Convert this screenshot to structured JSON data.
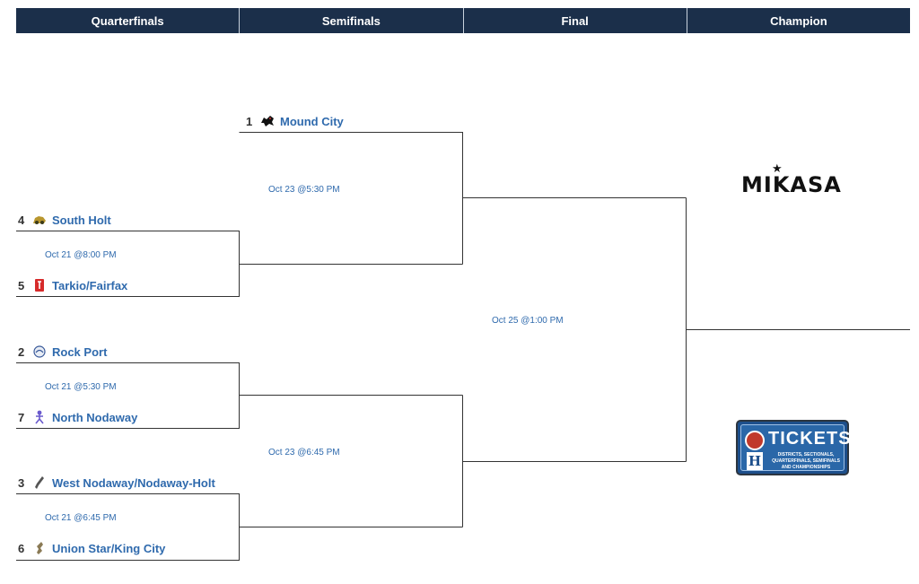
{
  "header": {
    "columns": [
      "Quarterfinals",
      "Semifinals",
      "Final",
      "Champion"
    ]
  },
  "quarterfinals": {
    "teams": [
      {
        "seed": "4",
        "name": "South Holt",
        "logo": "south-holt-logo-icon"
      },
      {
        "seed": "5",
        "name": "Tarkio/Fairfax",
        "logo": "tarkio-fairfax-logo-icon"
      },
      {
        "seed": "2",
        "name": "Rock Port",
        "logo": "rock-port-logo-icon"
      },
      {
        "seed": "7",
        "name": "North Nodaway",
        "logo": "north-nodaway-logo-icon"
      },
      {
        "seed": "3",
        "name": "West Nodaway/Nodaway-Holt",
        "logo": "west-nodaway-logo-icon"
      },
      {
        "seed": "6",
        "name": "Union Star/King City",
        "logo": "union-star-logo-icon"
      }
    ],
    "dates": [
      "Oct 21 @8:00 PM",
      "Oct 21 @5:30 PM",
      "Oct 21 @6:45 PM"
    ]
  },
  "semifinals": {
    "teams": [
      {
        "seed": "1",
        "name": "Mound City",
        "logo": "mound-city-logo-icon"
      }
    ],
    "dates": [
      "Oct 23 @5:30 PM",
      "Oct 23 @6:45 PM"
    ]
  },
  "final": {
    "date": "Oct 25 @1:00 PM"
  },
  "champion": {
    "sponsor_logo": "MIKASA",
    "tickets_title": "TICKETS",
    "tickets_subtitle": "DISTRICTS, SECTIONALS, QUARTERFINALS, SEMIFINALS AND CHAMPIONSHIPS"
  },
  "colors": {
    "header_bg": "#1b2f4a",
    "link": "#2f6aad",
    "bracket_line": "#333333"
  }
}
